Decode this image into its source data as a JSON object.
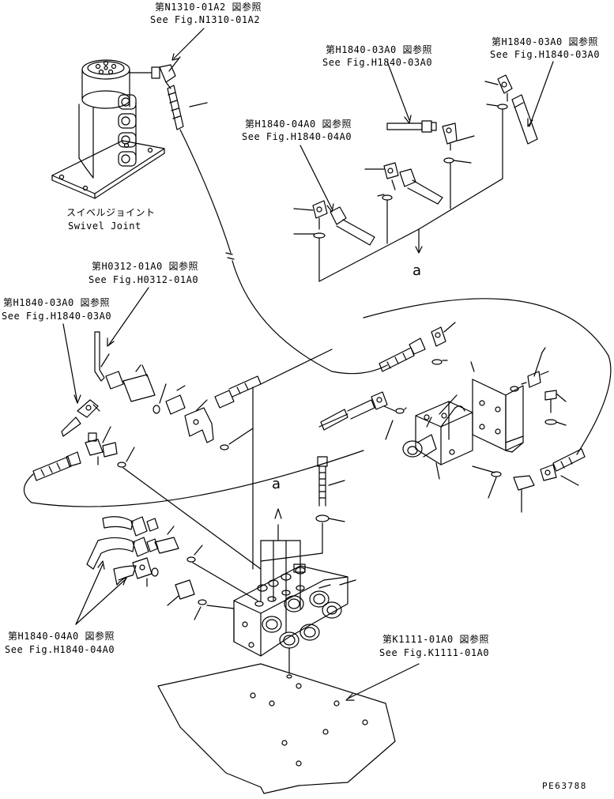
{
  "refs": {
    "n1310": {
      "jp": "第N1310-01A2 図参照",
      "en": "See Fig.N1310-01A2"
    },
    "h1840_03_top": {
      "jp": "第H1840-03A0 図参照",
      "en": "See Fig.H1840-03A0"
    },
    "h1840_03_right": {
      "jp": "第H1840-03A0 図参照",
      "en": "See Fig.H1840-03A0"
    },
    "h1840_04_top": {
      "jp": "第H1840-04A0 図参照",
      "en": "See Fig.H1840-04A0"
    },
    "h0312": {
      "jp": "第H0312-01A0 図参照",
      "en": "See Fig.H0312-01A0"
    },
    "h1840_03_left": {
      "jp": "第H1840-03A0 図参照",
      "en": "See Fig.H1840-03A0"
    },
    "h1840_04_bottom": {
      "jp": "第H1840-04A0 図参照",
      "en": "See Fig.H1840-04A0"
    },
    "k1111": {
      "jp": "第K1111-01A0 図参照",
      "en": "See Fig.K1111-01A0"
    }
  },
  "swivel": {
    "jp": "スイベルジョイント",
    "en": "Swivel Joint"
  },
  "markers": {
    "a_top": "a",
    "a_mid": "a"
  },
  "drawing_code": "PE63788"
}
